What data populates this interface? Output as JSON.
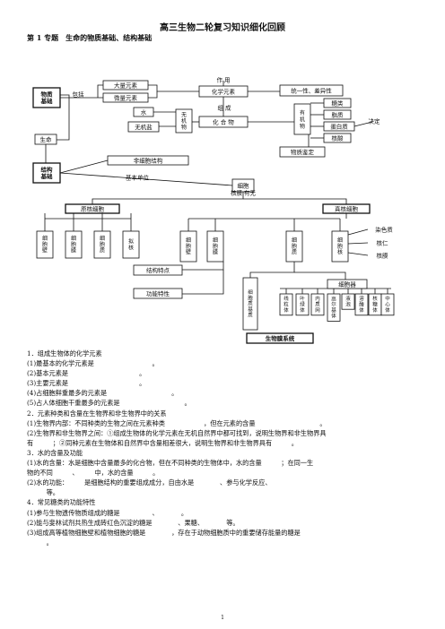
{
  "document": {
    "title": "高三生物二轮复习知识细化回顾",
    "subtitle": "第 1 专题　生命的物质基础、结构基础",
    "page_number": "1"
  },
  "diagram": {
    "life_material_basis": "物质\n基础",
    "includes": "包括",
    "macro_elements": "大量元素",
    "micro_elements": "微量元素",
    "action": "作 用",
    "chem_elements": "化学元素",
    "unity_diversity": "统一性、差异性",
    "compose": "组 成",
    "water": "水",
    "inorganic_salt": "无机盐",
    "inorganic": "无\n机\n物",
    "compound": "化 合 物",
    "organic": "有\n机\n物",
    "sugars": "糖类",
    "lipids": "脂质",
    "protein": "蛋白质",
    "nucleic_acid": "核酸",
    "decide": "决定",
    "substance_identification": "物质鉴定",
    "life": "生命",
    "structure_basis": "结构\n基础",
    "non_cellular": "非细胞结构",
    "basic_unit": "基本单位",
    "cell": "细胞",
    "nucleus_presence": "核膜 有无",
    "prokaryotic_cell": "原核细胞",
    "eukaryotic_cell": "真核细胞",
    "prok_parts": [
      "细\n胞\n壁",
      "细\n胞\n膜",
      "细\n胞\n质",
      "拟\n核"
    ],
    "euk_parts": [
      "细\n胞\n壁",
      "细\n胞\n膜",
      "细\n胞\n质",
      "细\n胞\n核"
    ],
    "chromatin": "染色质",
    "nucleolus": "核仁",
    "nuclear_membrane": "核膜",
    "structure_features": "结构特点",
    "function_features": "功能特性",
    "cytoplasm_matrix": "细\n胞\n质\n基\n质",
    "organelle": "细胞器",
    "organelles": [
      "线\n粒\n体",
      "叶\n绿\n体",
      "内\n质\n网",
      "高\n尔\n基\n体",
      "液\n泡",
      "溶\n酶\n体",
      "核\n糖\n体",
      "中\n心\n体"
    ],
    "biomembrane_system": "生物膜系统"
  },
  "notes": [
    "1．组成生物体的化学元素",
    "(1)最基本的化学元素是　　　　　　　　　。",
    "(2)基本元素是　　　　　　　　　　　。",
    "(3)主要元素是　　　　　　　　　　　。",
    "(4)占细胞鲜重最多的元素是　　　　　　　　　　。",
    "(5)占人体细胞干重最多的元素是　　　　　　　　　　。",
    "2．元素种类和含量在生物界和非生物界中的关系",
    "(1)生物界内部：不同种类的生物之间在元素种类　　　　　　，但在元素的含量　　　　　　　　　　。",
    "(2)生物界和非生物界之间：①组成生物体的化学元素在无机自然界中都可找到，说明生物界和非生物界具",
    "有　　　；②同种元素在生物体和自然界中含量相差很大，说明生物界和非生物界具有　　　。",
    "3．水的含量及功能",
    "(1)水的含量：水是细胞中含量最多的化合物，但在不同种类的生物体中，水的含量　　　；在同一生",
    "物的不同　　　、　　　中，水的含量　　　。",
    "(2)水的功能：　　　是细胞结构的重要组成成分，自由水是　　　　、参与化学反应、",
    "　　　等。",
    "4．常见糖类的功能特性",
    "(1)参与生物遗传物质组成的糖是　　　　　、　　　　。",
    "(2)能与斐林试剂共热生成砖红色沉淀的糖是　　　　、果糖、　　　　等。",
    "(3)组成高等植物细胞壁和植物细胞的糖是　　　　，存在于动物细胞质中的重要储存能量的糖是",
    "　　　。"
  ]
}
